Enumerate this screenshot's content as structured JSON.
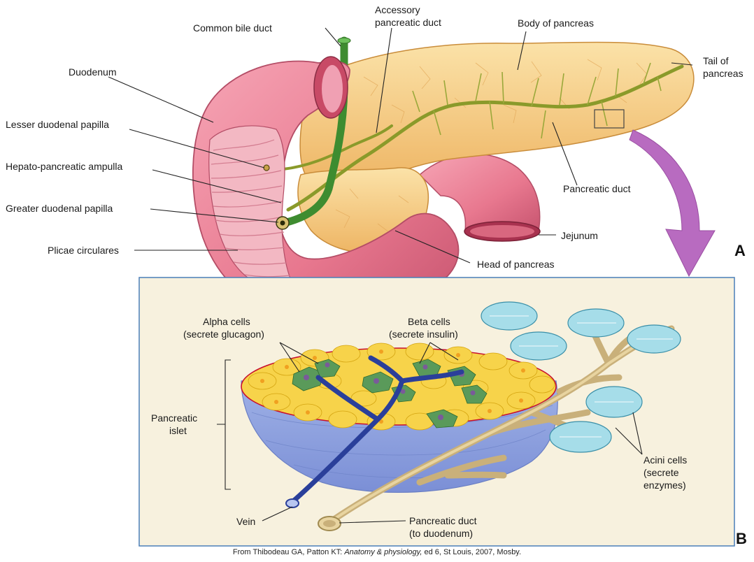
{
  "panel_a": {
    "letter": "A",
    "labels": {
      "common_bile_duct": "Common bile duct",
      "accessory_duct_1": "Accessory",
      "accessory_duct_2": "pancreatic duct",
      "body": "Body of pancreas",
      "tail_1": "Tail of",
      "tail_2": "pancreas",
      "duodenum": "Duodenum",
      "lesser_papilla": "Lesser duodenal papilla",
      "ampulla": "Hepato-pancreatic ampulla",
      "greater_papilla": "Greater duodenal papilla",
      "plicae": "Plicae circulares",
      "pancreatic_duct": "Pancreatic duct",
      "jejunum": "Jejunum",
      "head": "Head of pancreas"
    }
  },
  "panel_b": {
    "letter": "B",
    "labels": {
      "alpha_1": "Alpha cells",
      "alpha_2": "(secrete glucagon)",
      "beta_1": "Beta cells",
      "beta_2": "(secrete insulin)",
      "islet_1": "Pancreatic",
      "islet_2": "islet",
      "acini_1": "Acini cells",
      "acini_2": "(secrete",
      "acini_3": "enzymes)",
      "vein": "Vein",
      "duct_1": "Pancreatic duct",
      "duct_2": "(to duodenum)"
    }
  },
  "citation": {
    "prefix": "From Thibodeau GA, Patton KT: ",
    "title": "Anatomy & physiology,",
    "suffix": " ed 6, St Louis, 2007, Mosby."
  },
  "colors": {
    "duodenum": "#e8788f",
    "pancreas": "#f5c77a",
    "bile_duct": "#4a9c3a",
    "pancreatic_duct": "#8a9a2a",
    "arrow": "#b86bc0",
    "beta_cell": "#f5d020",
    "alpha_cell": "#5a9a5a",
    "vein": "#2a3f9a",
    "acini": "#7fc9d9",
    "panel_b_bg": "#f7f1de"
  }
}
